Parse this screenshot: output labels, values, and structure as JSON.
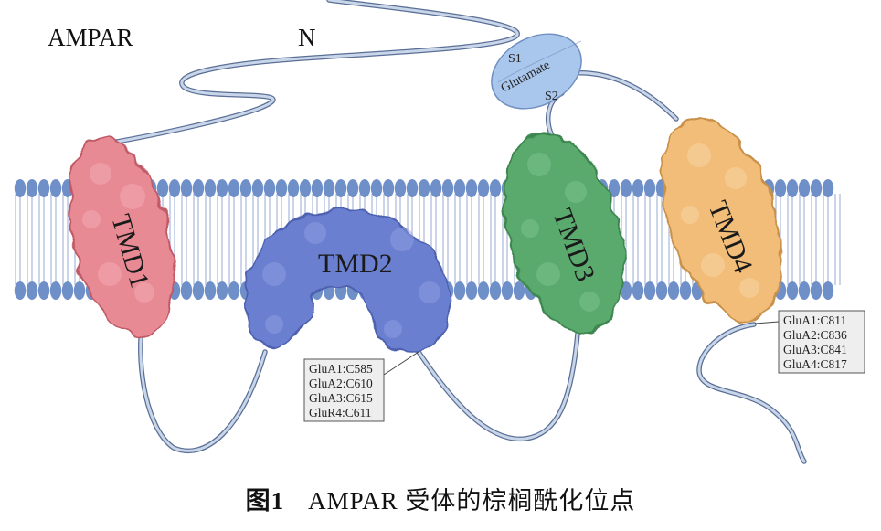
{
  "title_label": "AMPAR",
  "n_terminus_label": "N",
  "ligand_domain": {
    "s1": "S1",
    "ligand": "Glutamate",
    "s2": "S2"
  },
  "domains": [
    {
      "label": "TMD1",
      "color": "#e88a94"
    },
    {
      "label": "TMD2",
      "color": "#6b7fd0"
    },
    {
      "label": "TMD3",
      "color": "#5aaa6e"
    },
    {
      "label": "TMD4",
      "color": "#f2bd78"
    }
  ],
  "sites_tmd2": [
    "GluA1:C585",
    "GluA2:C610",
    "GluA3:C615",
    "GluR4:C611"
  ],
  "sites_tmd4": [
    "GluA1:C811",
    "GluA2:C836",
    "GluA3:C841",
    "GluA4:C817"
  ],
  "caption": {
    "figure_number": "图1",
    "text": "AMPAR 受体的棕榈酰化位点"
  },
  "colors": {
    "membrane_head": "#6f8fc8",
    "membrane_tail": "#a8b8d8",
    "chain": "#b8c8e0",
    "chain_outline": "#5a6f95",
    "ligand_domain": "#a9c6ec"
  }
}
